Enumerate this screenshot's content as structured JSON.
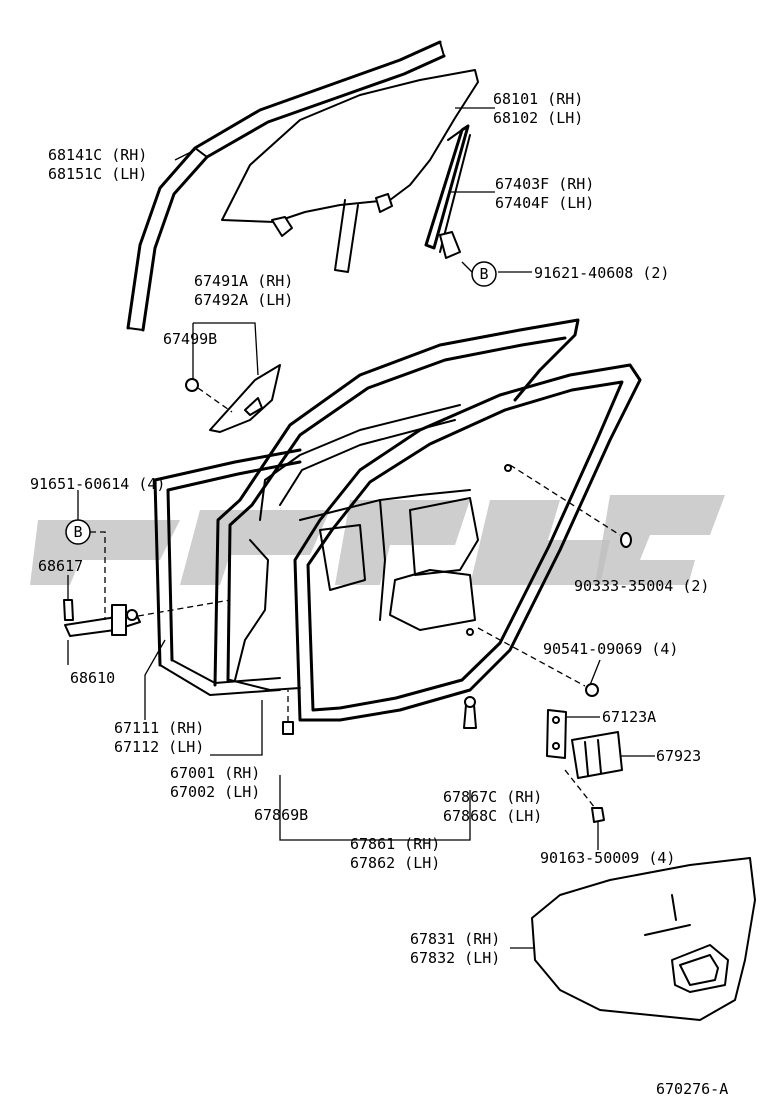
{
  "diagram_id": "670276-A",
  "callout_marker": "B",
  "labels": {
    "p68101": "68101 (RH)",
    "p68102": "68102 (LH)",
    "p68141c": "68141C (RH)",
    "p68151c": "68151C (LH)",
    "p67403f": "67403F (RH)",
    "p67404f": "67404F (LH)",
    "p91621": "91621-40608 (2)",
    "p67491a": "67491A (RH)",
    "p67492a": "67492A (LH)",
    "p67499b": "67499B",
    "p91651": "91651-60614 (4)",
    "p68617": "68617",
    "p68610": "68610",
    "p90333": "90333-35004 (2)",
    "p90541": "90541-09069 (4)",
    "p67123a": "67123A",
    "p67923": "67923",
    "p67111": "67111 (RH)",
    "p67112": "67112 (LH)",
    "p67001": "67001 (RH)",
    "p67002": "67002 (LH)",
    "p67869b": "67869B",
    "p67867c": "67867C (RH)",
    "p67868c": "67868C (LH)",
    "p67861": "67861 (RH)",
    "p67862": "67862 (LH)",
    "p90163": "90163-50009 (4)",
    "p67831": "67831 (RH)",
    "p67832": "67832 (LH)"
  }
}
